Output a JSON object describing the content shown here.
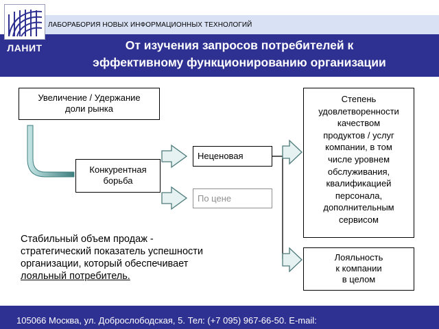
{
  "header": {
    "lab_name": "ЛАБОРАБОРИЯ НОВЫХ ИНФОРМАЦИОННЫХ ТЕХНОЛОГИЙ",
    "logo_text": "ЛАНИТ",
    "title_line1": "От изучения запросов потребителей к",
    "title_line2": "эффективному функционированию организации"
  },
  "diagram": {
    "market_share": [
      "Увеличение / Удержание",
      "доли рынка"
    ],
    "competition": [
      "Конкурентная",
      "борьба"
    ],
    "non_price": "Неценовая",
    "price": "По цене",
    "satisfaction": [
      "Степень",
      "удовлетворенности",
      "качеством",
      "продуктов / услуг",
      "компании, в том",
      "числе уровнем",
      "обслуживания,",
      "квалификацией",
      "персонала,",
      "дополнительным",
      "сервисом"
    ],
    "loyalty": [
      "Лояльность",
      "к компании",
      "в целом"
    ],
    "stable_sales": [
      "Стабильный объем продаж -",
      "стратегический показатель успешности",
      "организации, который обеспечивает",
      "лояльный потребитель."
    ]
  },
  "footer": {
    "address": "105066 Москва, ул. Доброслободская, 5. Тел: (+7 095) 967-66-50. E-mail:"
  },
  "colors": {
    "brand": "#2e3092",
    "lab_bar": "#d9e1f5",
    "arrow_fill": "#e6f2f2",
    "arrow_stroke": "#4d7a7a",
    "inactive": "#8f8f8f"
  }
}
